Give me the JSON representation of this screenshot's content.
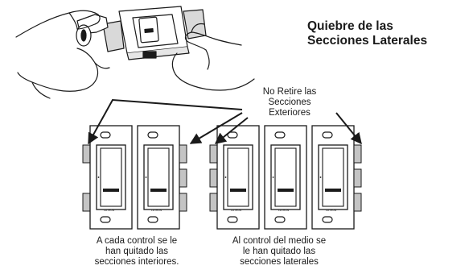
{
  "title": {
    "line1": "Quiebre de las",
    "line2": "Secciones Laterales"
  },
  "callout": {
    "line1": "No Retire las",
    "line2": "Secciones",
    "line3": "Exteriores"
  },
  "caption_left": {
    "line1": "A cada control se le",
    "line2": "han quitado las",
    "line3": "secciones interiores."
  },
  "caption_right": {
    "line1": "Al control del medio se",
    "line2": "le han quitado las",
    "line3": "secciones laterales"
  },
  "colors": {
    "line": "#1a1a1a",
    "fin": "#bfbfbf",
    "slot": "#555555"
  }
}
